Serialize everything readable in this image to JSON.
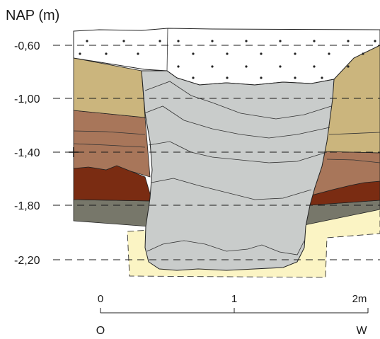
{
  "y_axis_title": "NAP (m)",
  "depth_labels": [
    "-0,60",
    "-1,00",
    "-1,40",
    "-1,80",
    "-2,20"
  ],
  "scale": {
    "ticks": [
      "0",
      "1",
      "2m"
    ],
    "direction_left": "O",
    "direction_right": "W"
  },
  "colors": {
    "topsoil_dotted": "#ffffff",
    "sand_layer_tan": "#cbb57d",
    "brown_layer": "#a8765a",
    "dark_red_layer": "#7a2c12",
    "grey_layer": "#77776a",
    "pale_yellow_layer": "#fbf4c4",
    "pit_fill_grey": "#c9cccb"
  }
}
